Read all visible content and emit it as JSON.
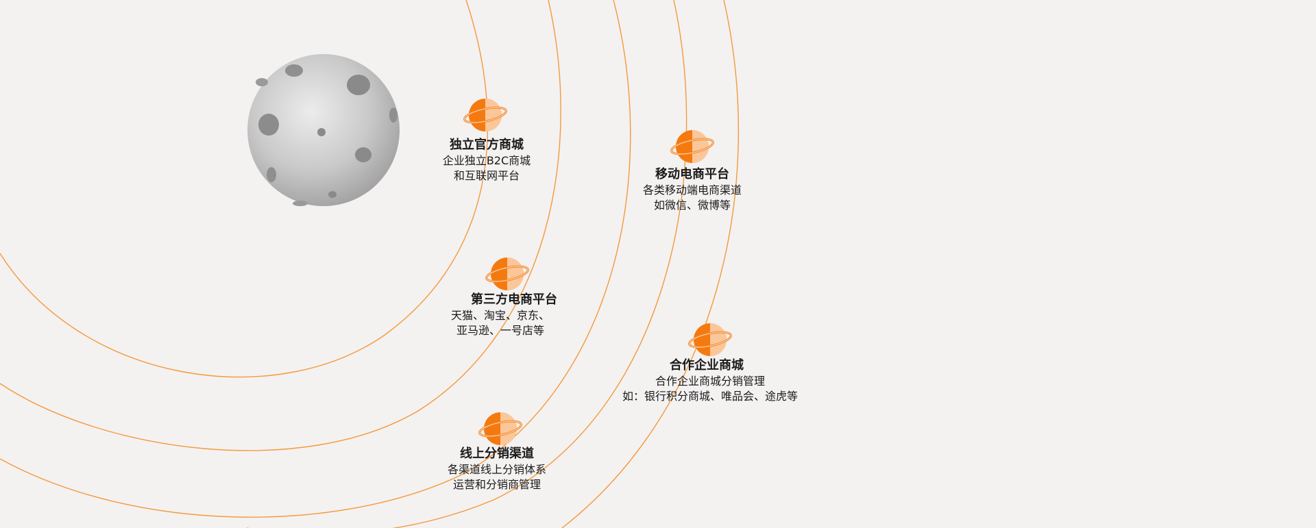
{
  "colors": {
    "background": "#f4f1f1",
    "orbit": "#f39a3a",
    "planet_dark": "#f47a10",
    "planet_light": "#fbc79a",
    "moon": "#c9c9c9"
  },
  "icons": {
    "moon": "moon-icon",
    "planet": "ringed-planet-icon"
  },
  "nodes": [
    {
      "id": "independent-mall",
      "title": "独立官方商城",
      "lines": [
        "企业独立B2C商城",
        "和互联网平台"
      ]
    },
    {
      "id": "third-party-platform",
      "title": "第三方电商平台",
      "lines": [
        "天猫、淘宝、京东、",
        "亚马逊、一号店等"
      ]
    },
    {
      "id": "online-distribution",
      "title": "线上分销渠道",
      "lines": [
        "各渠道线上分销体系",
        "运营和分销商管理"
      ]
    },
    {
      "id": "mobile-commerce",
      "title": "移动电商平台",
      "lines": [
        "各类移动端电商渠道",
        "如微信、微博等"
      ]
    },
    {
      "id": "partner-mall",
      "title": "合作企业商城",
      "lines": [
        "合作企业商城分销管理",
        "如：银行积分商城、唯品会、途虎等"
      ]
    }
  ]
}
